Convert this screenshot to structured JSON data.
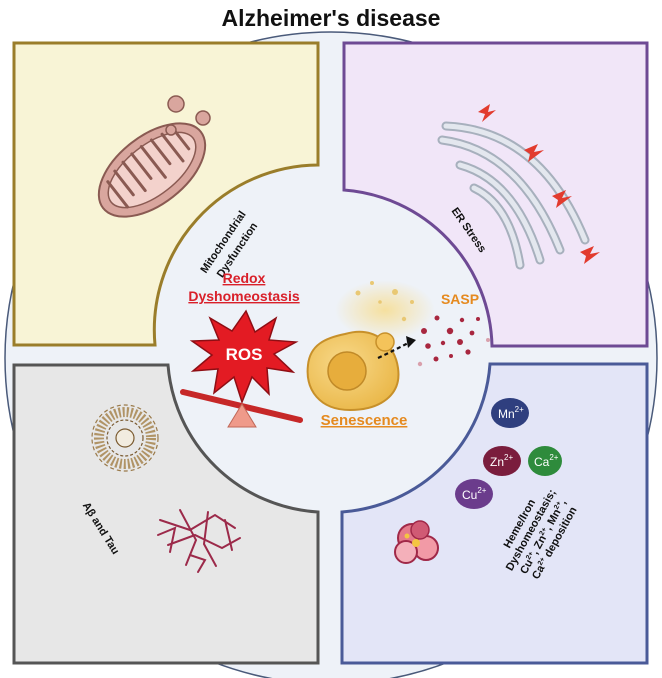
{
  "title": "Alzheimer's disease",
  "quadrants": {
    "mitochondria": {
      "line1": "Mitochondrial",
      "line2": "Dysfunction",
      "fill": "#f8f4d6",
      "stroke": "#9a7d2a"
    },
    "er": {
      "label": "ER Stress",
      "fill": "#f1e6f8",
      "stroke": "#6e4a94"
    },
    "abeta": {
      "label": "Aβ and Tau",
      "fill": "#e7e7e7",
      "stroke": "#555555"
    },
    "metals": {
      "line1": "Heme/Iron",
      "line2": "Dyshomeostasis;",
      "line3_cu": "Cu",
      "line3_cu_sup": "2+",
      "line3_zn": ", Zn",
      "line3_zn_sup": "2+",
      "line3_mn": ", Mn",
      "line3_mn_sup": "2+",
      "line3_tail": ",",
      "line4_ca": "Ca",
      "line4_ca_sup": "2+",
      "line4_tail": " deposition",
      "fill": "#e3e5f7",
      "stroke": "#4a5a98"
    }
  },
  "center": {
    "redox_line1": "Redox",
    "redox_line2": "Dyshomeostasis",
    "ros": "ROS",
    "sasp": "SASP",
    "senescence": "Senescence"
  },
  "ions": [
    {
      "symbol": "Mn",
      "charge": "2+",
      "color": "#2f3f7f"
    },
    {
      "symbol": "Zn",
      "charge": "2+",
      "color": "#7a1d3d"
    },
    {
      "symbol": "Ca",
      "charge": "2+",
      "color": "#2e8b3c"
    },
    {
      "symbol": "Cu",
      "charge": "2+",
      "color": "#6b3c8c"
    }
  ],
  "colors": {
    "background_circle": "#eef2f8",
    "red_text": "#d9202a",
    "orange_text": "#e58a1f",
    "ros_fill": "#e31b23",
    "seesaw": "#c62828",
    "cell": "#f4c35a"
  }
}
